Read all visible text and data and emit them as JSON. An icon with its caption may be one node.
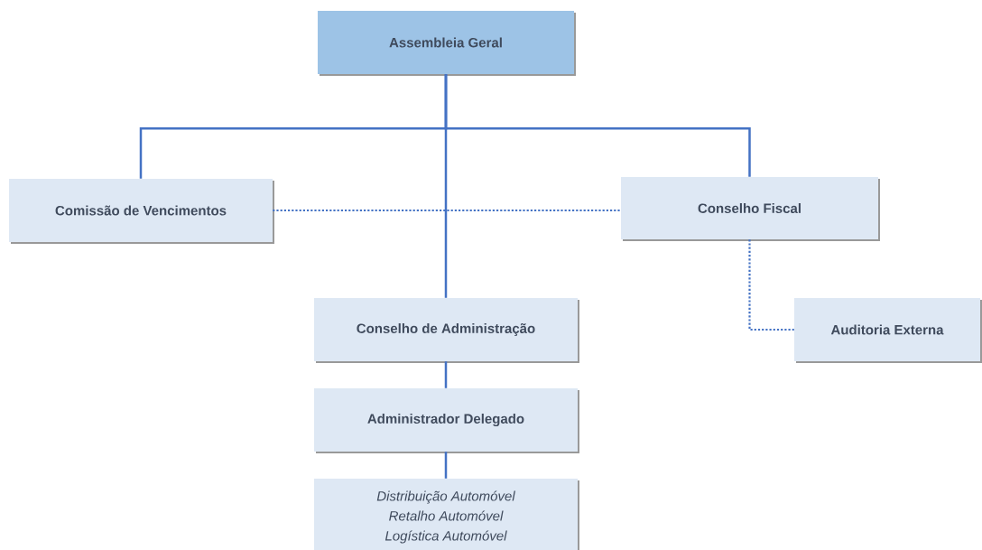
{
  "diagram": {
    "nodes": [
      {
        "text": [
          "Assembleia Geral"
        ]
      },
      {
        "text": [
          "Comissão de Vencimentos"
        ]
      },
      {
        "text": [
          "Conselho Fiscal"
        ]
      },
      {
        "text": [
          "Conselho de Administração"
        ]
      },
      {
        "text": [
          "Auditoria Externa"
        ]
      },
      {
        "text": [
          "Administrador Delegado"
        ]
      },
      {
        "text": [
          "Distribuição Automóvel",
          "Retalho Automóvel",
          "Logística Automóvel"
        ]
      }
    ],
    "edges": [
      {
        "from": 0,
        "to": 1,
        "arrow": "none"
      },
      {
        "from": 0,
        "to": 2,
        "arrow": "none"
      },
      {
        "from": 0,
        "to": 3,
        "arrow": "none"
      },
      {
        "from": 1,
        "to": 2,
        "arrow": "none",
        "style": "dashed"
      },
      {
        "from": 2,
        "to": 4,
        "arrow": "none",
        "style": "dashed"
      },
      {
        "from": 3,
        "to": 5,
        "arrow": "none"
      },
      {
        "from": 5,
        "to": 6,
        "arrow": "none"
      }
    ]
  }
}
